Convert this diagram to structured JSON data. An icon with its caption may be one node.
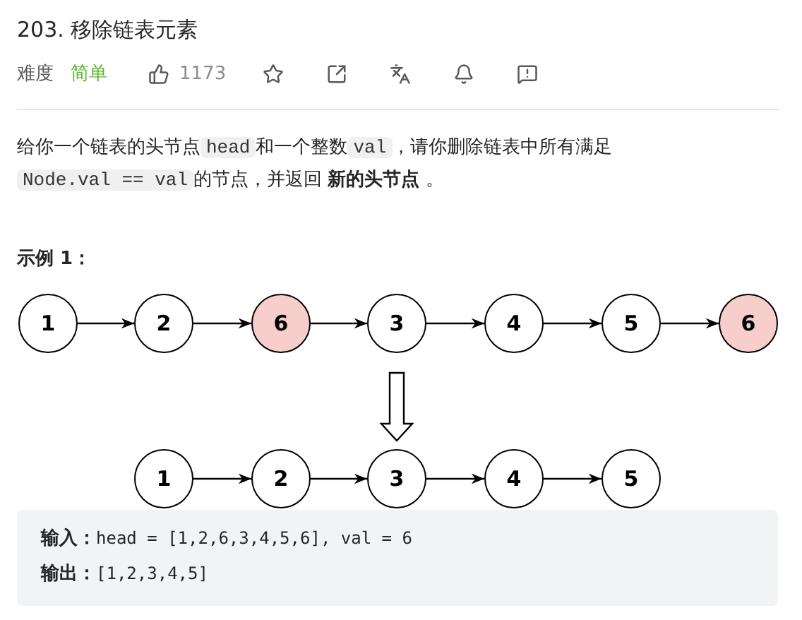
{
  "diagram": {
    "title": "203. 移除链表元素",
    "nodes": [
      {
        "text": [
          "1"
        ]
      },
      {
        "text": [
          "2"
        ]
      },
      {
        "text": [
          "6"
        ]
      },
      {
        "text": [
          "3"
        ]
      },
      {
        "text": [
          "4"
        ]
      },
      {
        "text": [
          "5"
        ]
      },
      {
        "text": [
          "6"
        ]
      },
      {
        "text": [
          "1"
        ]
      },
      {
        "text": [
          "2"
        ]
      },
      {
        "text": [
          "3"
        ]
      },
      {
        "text": [
          "4"
        ]
      },
      {
        "text": [
          "5"
        ]
      }
    ],
    "edges": [
      {
        "from": 0,
        "to": 1,
        "arrow": "to"
      },
      {
        "from": 1,
        "to": 2,
        "arrow": "to"
      },
      {
        "from": 2,
        "to": 3,
        "arrow": "to"
      },
      {
        "from": 3,
        "to": 4,
        "arrow": "to"
      },
      {
        "from": 4,
        "to": 5,
        "arrow": "to"
      },
      {
        "from": 5,
        "to": 6,
        "arrow": "to"
      },
      {
        "from": 7,
        "to": 8,
        "arrow": "to"
      },
      {
        "from": 8,
        "to": 9,
        "arrow": "to"
      },
      {
        "from": 9,
        "to": 10,
        "arrow": "to"
      },
      {
        "from": 10,
        "to": 11,
        "arrow": "to"
      },
      {
        "from": 3,
        "to": 9,
        "arrow": "to",
        "style": "thick"
      }
    ],
    "labels": [
      "难度",
      "简单",
      "1173",
      "给你一个链表的头节点",
      "head",
      "和一个整数",
      "val",
      "，请你删除链表中所有满足",
      "Node.val == val",
      "的节点，并返回 **新的头节点** 。",
      "示例 1：",
      "输入：",
      "head = [1,2,6,3,4,5,6], val = 6",
      "输出：",
      "[1,2,3,4,5]"
    ]
  }
}
